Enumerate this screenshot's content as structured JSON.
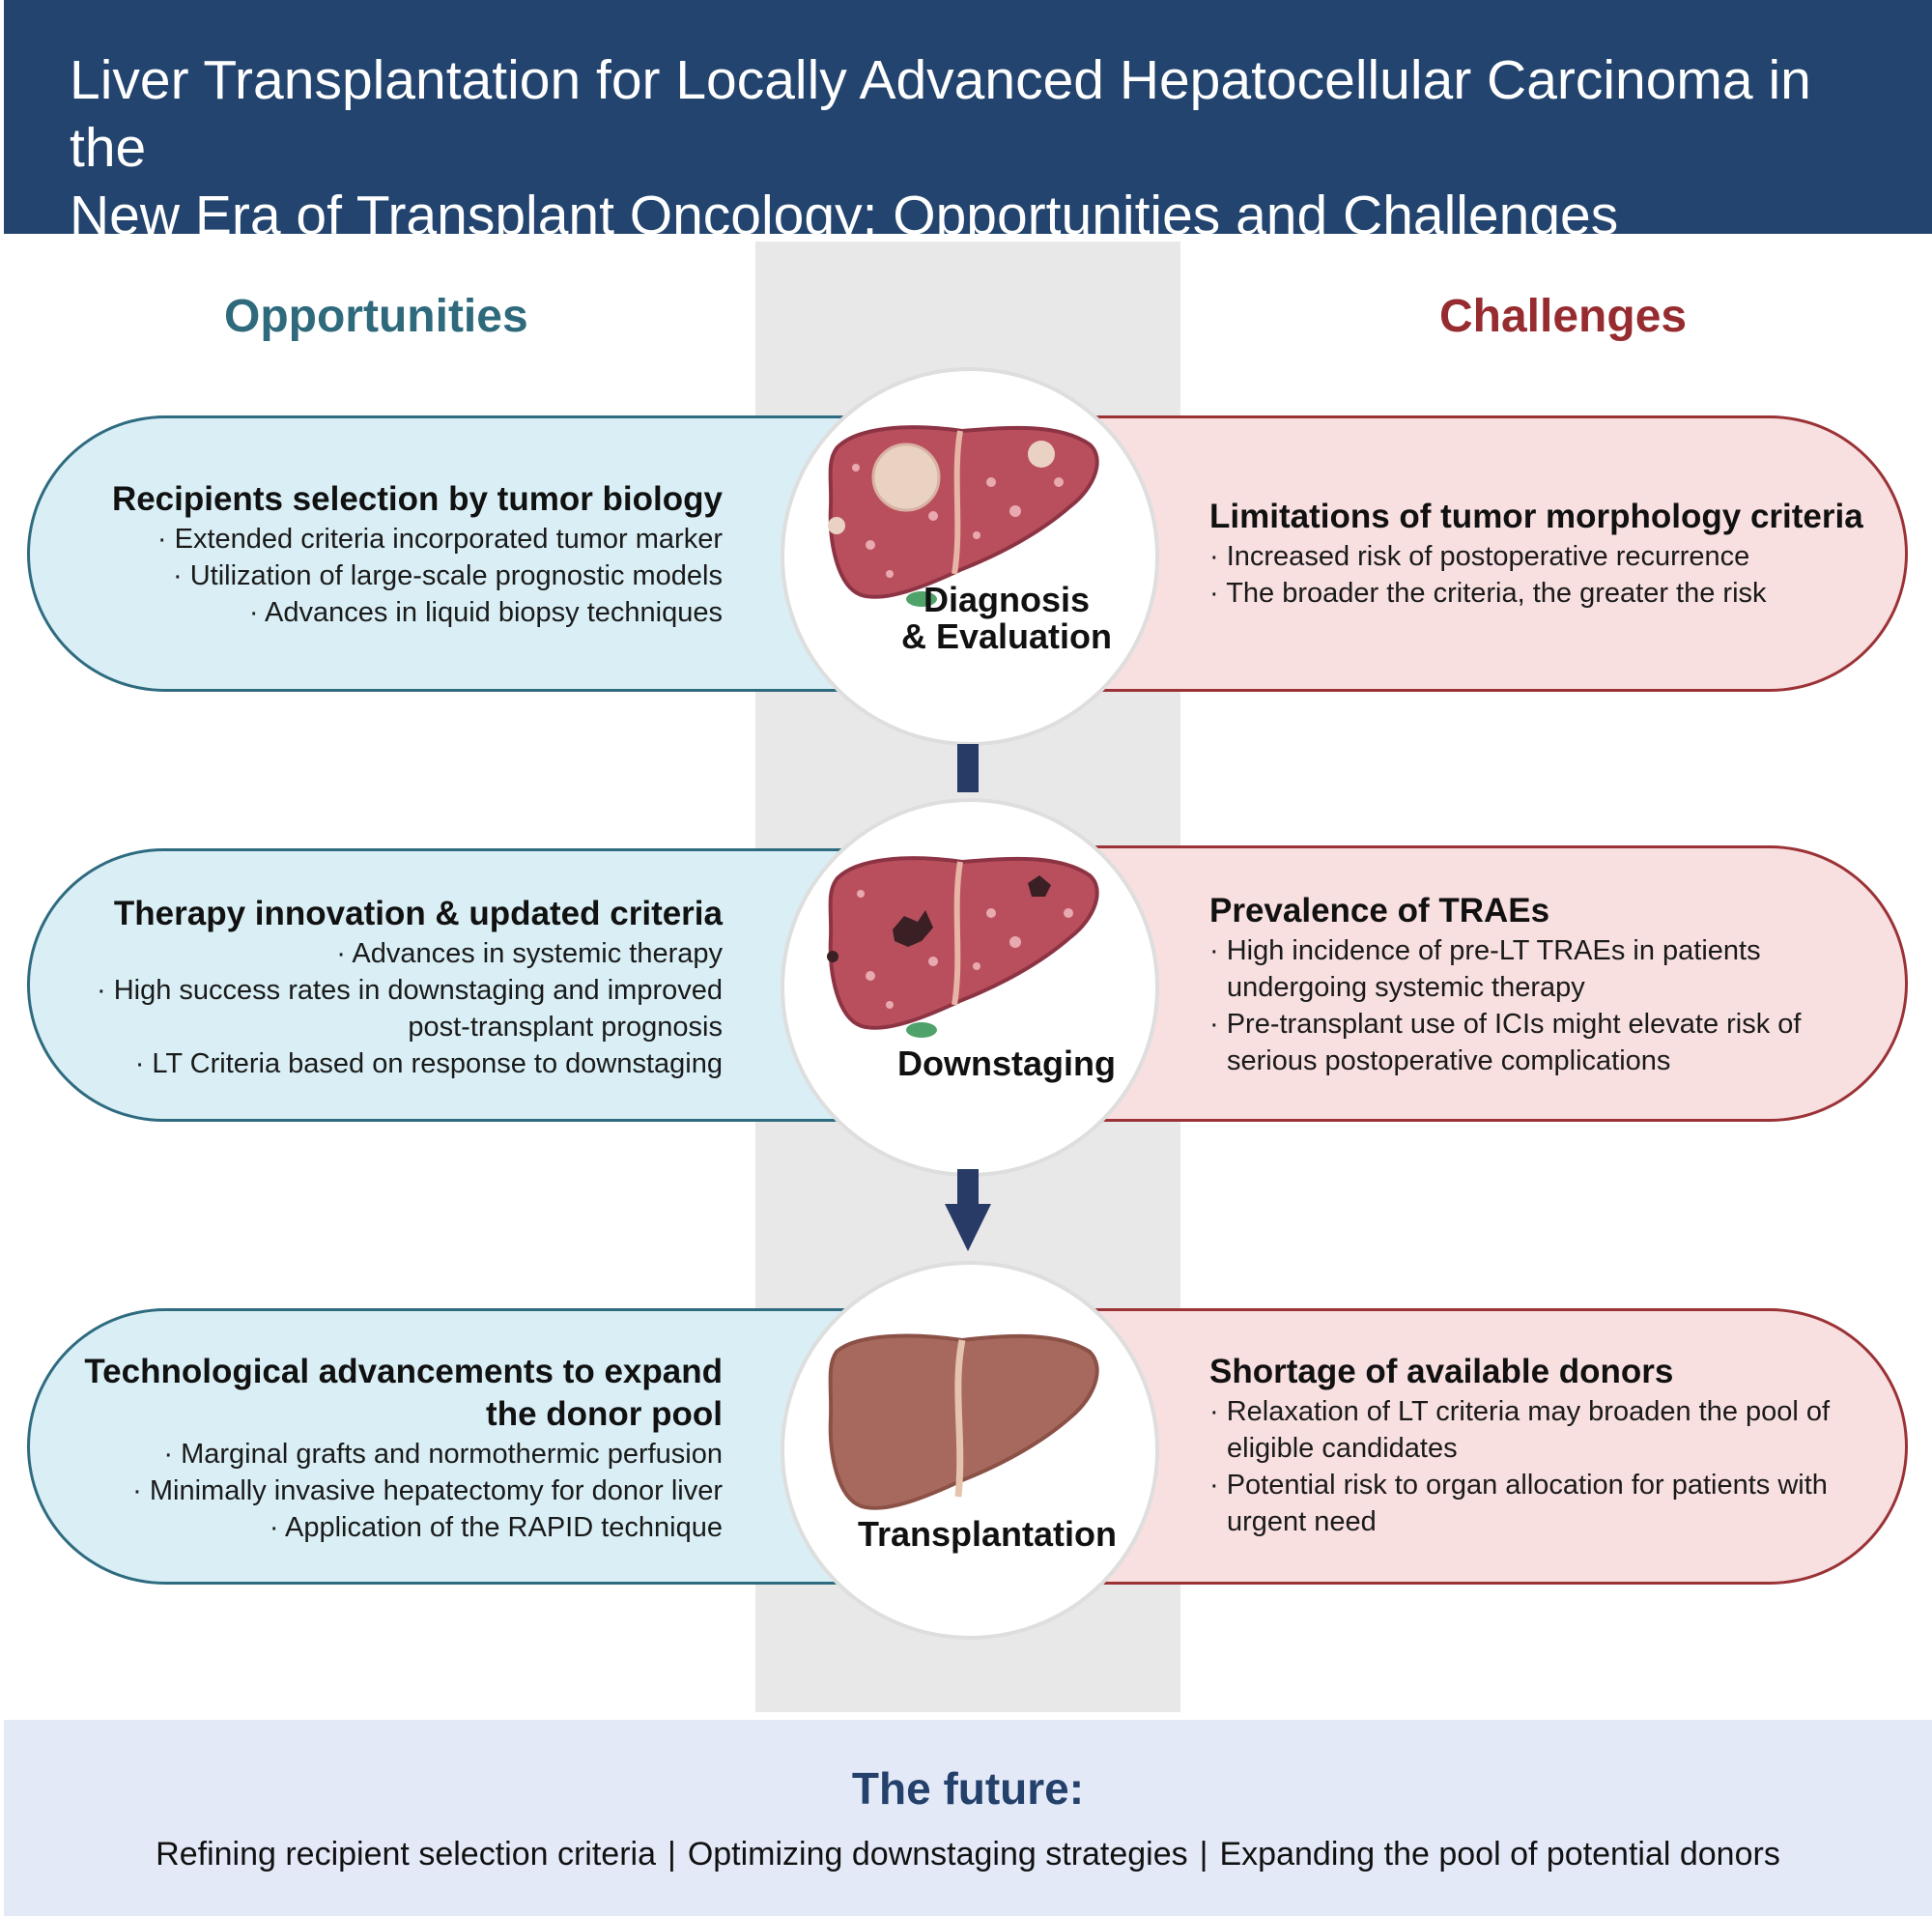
{
  "header": {
    "title_line1": "Liver Transplantation for Locally Advanced Hepatocellular Carcinoma in the",
    "title_line2": "New Era of Transplant Oncology: Opportunities and Challenges"
  },
  "columns": {
    "opportunities": "Opportunities",
    "challenges": "Challenges"
  },
  "stages": [
    {
      "label_line1": "Diagnosis",
      "label_line2": "& Evaluation",
      "liver_icon": "tumor-liver-icon",
      "opportunity": {
        "title": "Recipients selection by tumor biology",
        "bullets": [
          "· Extended criteria incorporated tumor marker",
          "· Utilization of large-scale prognostic models",
          "· Advances in liquid biopsy techniques"
        ]
      },
      "challenge": {
        "title": "Limitations of tumor morphology criteria",
        "bullets": [
          "· Increased risk of postoperative recurrence",
          "· The broader the criteria, the greater the risk"
        ]
      }
    },
    {
      "label_line1": "Downstaging",
      "liver_icon": "necrotic-tumor-liver-icon",
      "opportunity": {
        "title": "Therapy innovation & updated criteria",
        "bullets": [
          "· Advances in systemic therapy",
          "· High success rates in downstaging and improved",
          "post-transplant prognosis",
          "· LT Criteria based on response to downstaging"
        ]
      },
      "challenge": {
        "title": "Prevalence of TRAEs",
        "bullets": [
          "· High incidence of pre-LT TRAEs in patients undergoing systemic therapy",
          "· Pre-transplant use of ICIs might elevate risk of serious postoperative complications"
        ]
      }
    },
    {
      "label_line1": "Transplantation",
      "liver_icon": "healthy-liver-icon",
      "opportunity": {
        "title_line1": "Technological advancements to expand",
        "title_line2": "the donor pool",
        "bullets": [
          "· Marginal grafts and normothermic perfusion",
          "· Minimally invasive hepatectomy for donor liver",
          "· Application of the RAPID technique"
        ]
      },
      "challenge": {
        "title": "Shortage of available donors",
        "bullets": [
          "· Relaxation of LT criteria may broaden the pool of eligible candidates",
          "· Potential risk to organ allocation for patients with urgent need"
        ]
      }
    }
  ],
  "footer": {
    "title": "The future:",
    "items": [
      "Refining recipient selection criteria",
      "Optimizing downstaging strategies",
      "Expanding the pool of potential donors"
    ],
    "separator": "|"
  },
  "colors": {
    "header_bg": "#22446e",
    "opportunity_accent": "#2e6a7c",
    "opportunity_fill": "#d9eff5",
    "challenge_accent": "#972c30",
    "challenge_fill": "#f8dfe0",
    "footer_bg": "#e4e9f8",
    "arrow": "#283a66"
  }
}
